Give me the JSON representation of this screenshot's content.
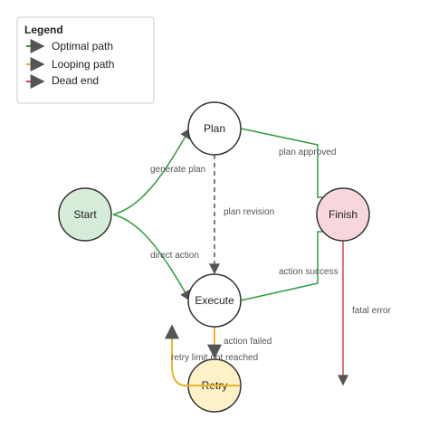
{
  "legend": {
    "title": "Legend",
    "items": [
      {
        "label": "Optimal path",
        "color": "#2e9e3e"
      },
      {
        "label": "Looping path",
        "color": "#f0b429"
      },
      {
        "label": "Dead end",
        "color": "#d64555"
      }
    ]
  },
  "nodes": {
    "start": {
      "label": "Start",
      "fill": "#d5ecd8"
    },
    "plan": {
      "label": "Plan",
      "fill": "#ffffff"
    },
    "execute": {
      "label": "Execute",
      "fill": "#ffffff"
    },
    "finish": {
      "label": "Finish",
      "fill": "#f8d7dc"
    },
    "retry": {
      "label": "Retry",
      "fill": "#fff1c7"
    }
  },
  "edges": {
    "generate_plan": "generate plan",
    "direct_action": "direct action",
    "plan_revision": "plan revision",
    "plan_approved": "plan approved",
    "action_success": "action success",
    "action_failed": "action failed",
    "retry_limit": "retry limit not reached",
    "fatal_error": "fatal error"
  },
  "colors": {
    "optimal": "#2e9e3e",
    "looping": "#f0b429",
    "dead_end": "#d64555",
    "neutral": "#555555",
    "node_stroke": "#333333"
  }
}
